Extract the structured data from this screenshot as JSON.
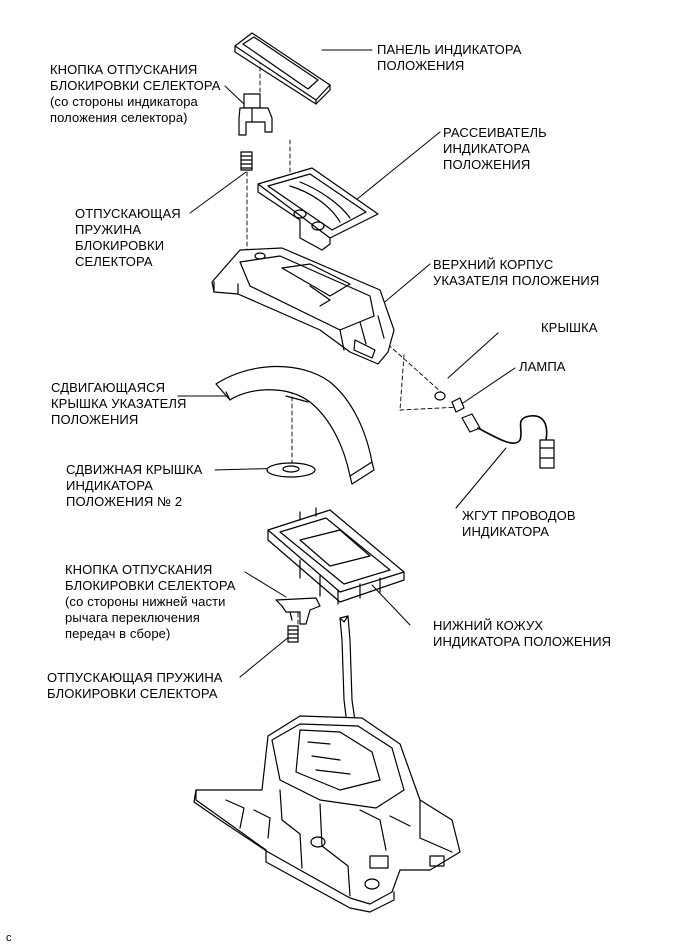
{
  "labels": {
    "position_indicator_panel": "ПАНЕЛЬ ИНДИКАТОРА\nПОЛОЖЕНИЯ",
    "lock_release_button_top": "КНОПКА ОТПУСКАНИЯ\nБЛОКИРОВКИ СЕЛЕКТОРА\n(со стороны индикатора\nположения селектора)",
    "indicator_diffuser": "РАССЕИВАТЕЛЬ\nИНДИКАТОРА\nПОЛОЖЕНИЯ",
    "release_spring_top": "ОТПУСКАЮЩАЯ\nПРУЖИНА\nБЛОКИРОВКИ\nСЕЛЕКТОРА",
    "upper_housing": "ВЕРХНИЙ КОРПУС\nУКАЗАТЕЛЯ ПОЛОЖЕНИЯ",
    "cap": "КРЫШКА",
    "lamp": "ЛАМПА",
    "sliding_cover": "СДВИГАЮЩАЯСЯ\nКРЫШКА УКАЗАТЕЛЯ\nПОЛОЖЕНИЯ",
    "sliding_cover_2": "СДВИЖНАЯ КРЫШКА\nИНДИКАТОРА\nПОЛОЖЕНИЯ № 2",
    "wire_harness": "ЖГУТ ПРОВОДОВ\nИНДИКАТОРА",
    "lock_release_button_bottom": "КНОПКА ОТПУСКАНИЯ\nБЛОКИРОВКИ СЕЛЕКТОРА\n(со стороны нижней части\nрычага переключения\nпередач в сборе)",
    "lower_housing": "НИЖНИЙ КОЖУХ\nИНДИКАТОРА ПОЛОЖЕНИЯ",
    "release_spring_bottom": "ОТПУСКАЮЩАЯ ПРУЖИНА\nБЛОКИРОВКИ СЕЛЕКТОРА",
    "corner_mark": "c"
  }
}
